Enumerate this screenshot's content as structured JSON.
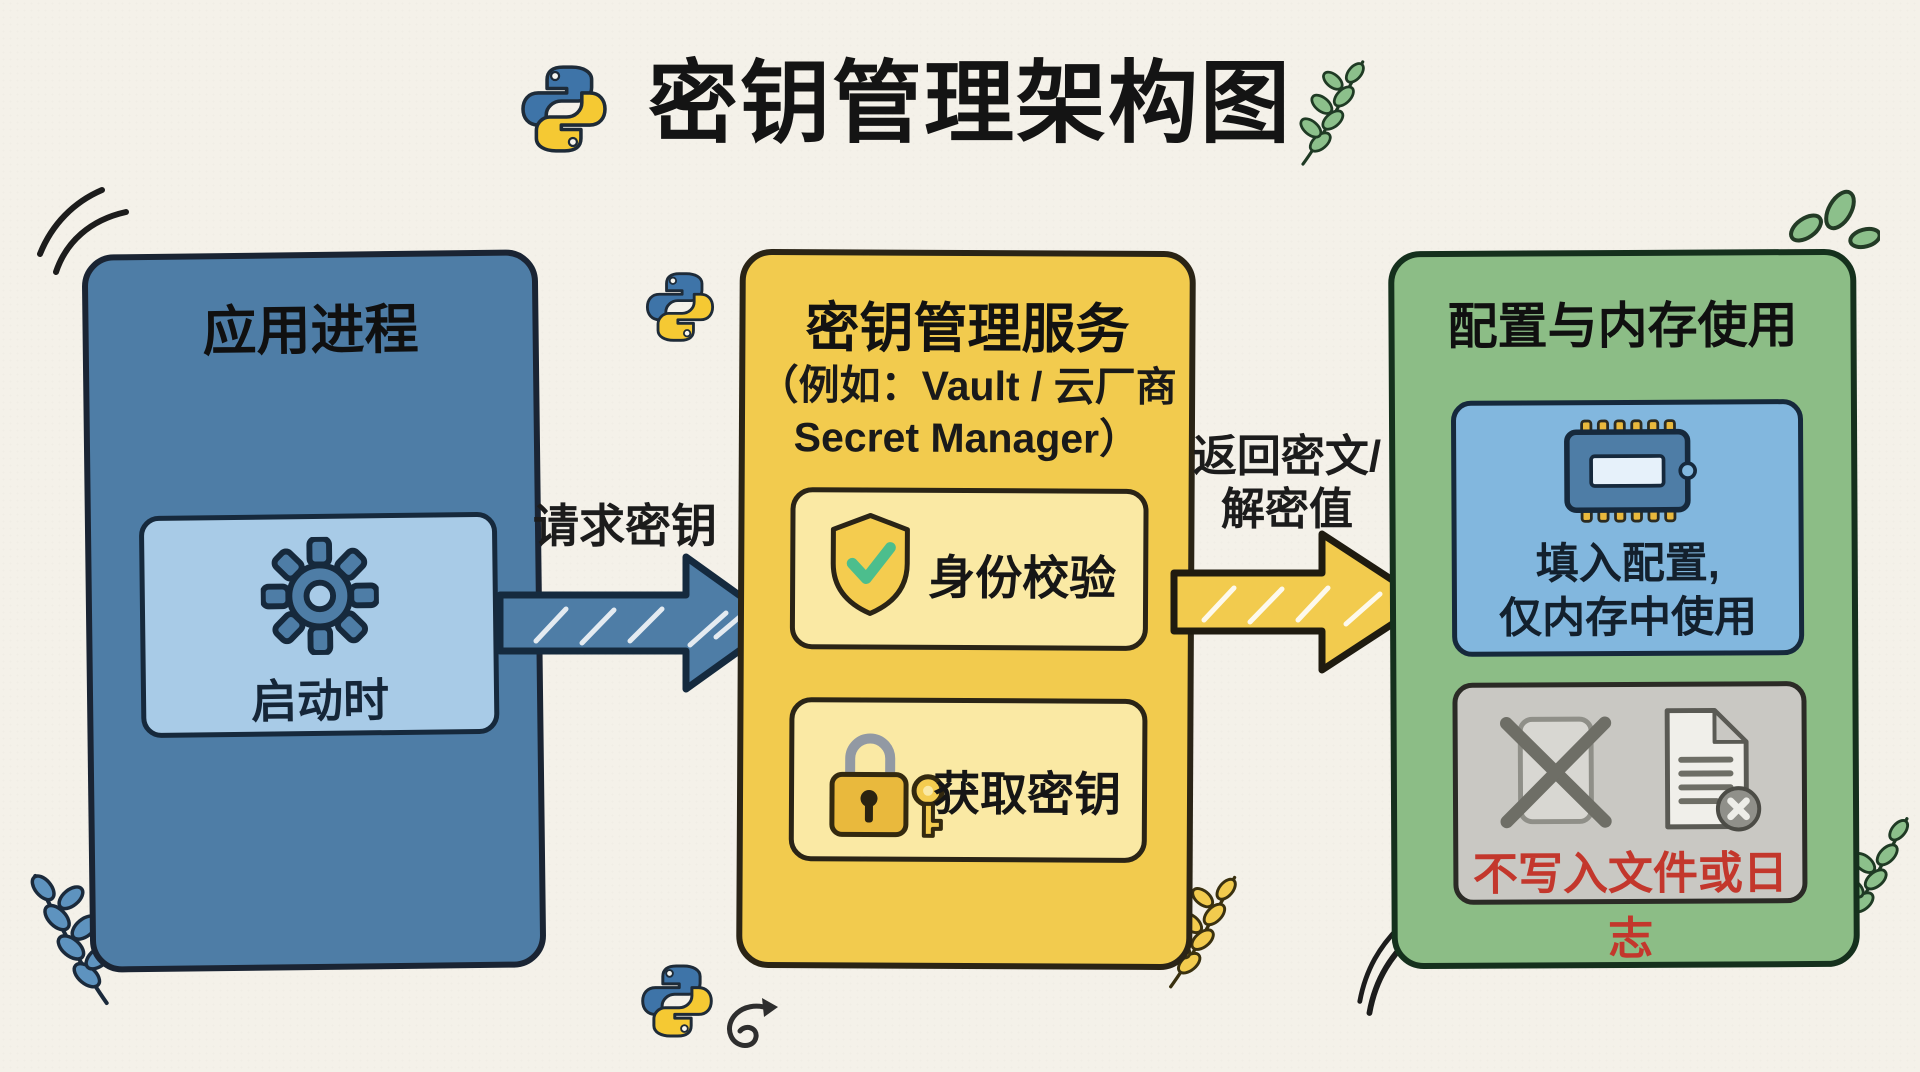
{
  "title": {
    "text": "密钥管理架构图"
  },
  "app_box": {
    "heading": "应用进程",
    "startup_card": {
      "icon": "gear-icon",
      "label": "启动时"
    }
  },
  "request_arrow": {
    "label": "请求密钥",
    "direction": "right"
  },
  "kms_box": {
    "heading": "密钥管理服务",
    "subtitle_line1": "（例如：Vault / 云厂商",
    "subtitle_line2": "Secret Manager）",
    "items": [
      {
        "icon": "shield-check-icon",
        "label": "身份校验"
      },
      {
        "icon": "lock-key-icon",
        "label": "获取密钥"
      }
    ]
  },
  "response_arrow": {
    "label_line1": "返回密文/",
    "label_line2": "解密值",
    "direction": "right"
  },
  "usage_box": {
    "heading": "配置与内存使用",
    "memory_card": {
      "icon": "memory-chip-icon",
      "line1": "填入配置,",
      "line2": "仅内存中使用"
    },
    "warning_card": {
      "icons": [
        "crossed-file-icon",
        "blocked-document-icon"
      ],
      "label": "不写入文件或日志"
    }
  },
  "icons": {
    "python_logo": "python-logo",
    "gear": "gear-icon",
    "shield_check": "shield-check-icon",
    "lock_key": "lock-key-icon",
    "memory_chip": "memory-chip-icon",
    "crossed_file": "crossed-file-icon",
    "blocked_document": "blocked-document-icon",
    "leaf_branch": "leaf-branch-icon",
    "wheat_branch": "wheat-branch-icon",
    "motion_lines": "motion-lines-icon",
    "swirl_arrow": "swirl-arrow-icon"
  },
  "colors": {
    "paper": "#F4F1E9",
    "ink": "#1B1B1B",
    "app_blue": "#4E7DA6",
    "app_blue_light": "#A8CBE7",
    "outline_navy": "#16293C",
    "kms_yellow": "#F2CB4E",
    "kms_yellow_light": "#FAE9A4",
    "outline_brown": "#2A2416",
    "usage_green": "#8CBD86",
    "memory_blue": "#82B7DE",
    "warning_gray": "#C9C8C3",
    "warning_red": "#C3372C",
    "python_blue": "#3E74A8",
    "python_yellow": "#F5C933",
    "check_green": "#4CBE8D"
  }
}
